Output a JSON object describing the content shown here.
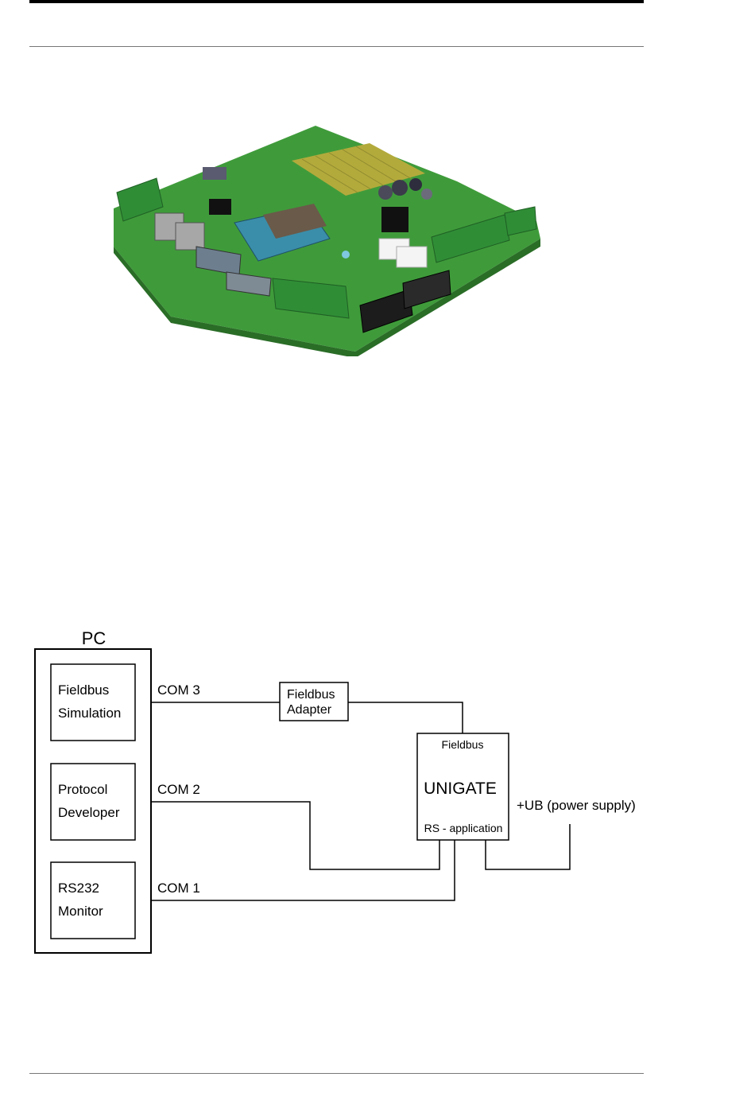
{
  "diagram": {
    "pc": {
      "title": "PC",
      "modules": [
        {
          "line1": "Fieldbus",
          "line2": "Simulation"
        },
        {
          "line1": "Protocol",
          "line2": "Developer"
        },
        {
          "line1": "RS232",
          "line2": "Monitor"
        }
      ]
    },
    "links": {
      "com3": "COM 3",
      "com2": "COM 2",
      "com1": "COM 1"
    },
    "adapter": {
      "line1": "Fieldbus",
      "line2": "Adapter"
    },
    "unigate": {
      "top": "Fieldbus",
      "name": "UNIGATE",
      "bottom": "RS - application"
    },
    "power": "+UB (power supply)"
  }
}
